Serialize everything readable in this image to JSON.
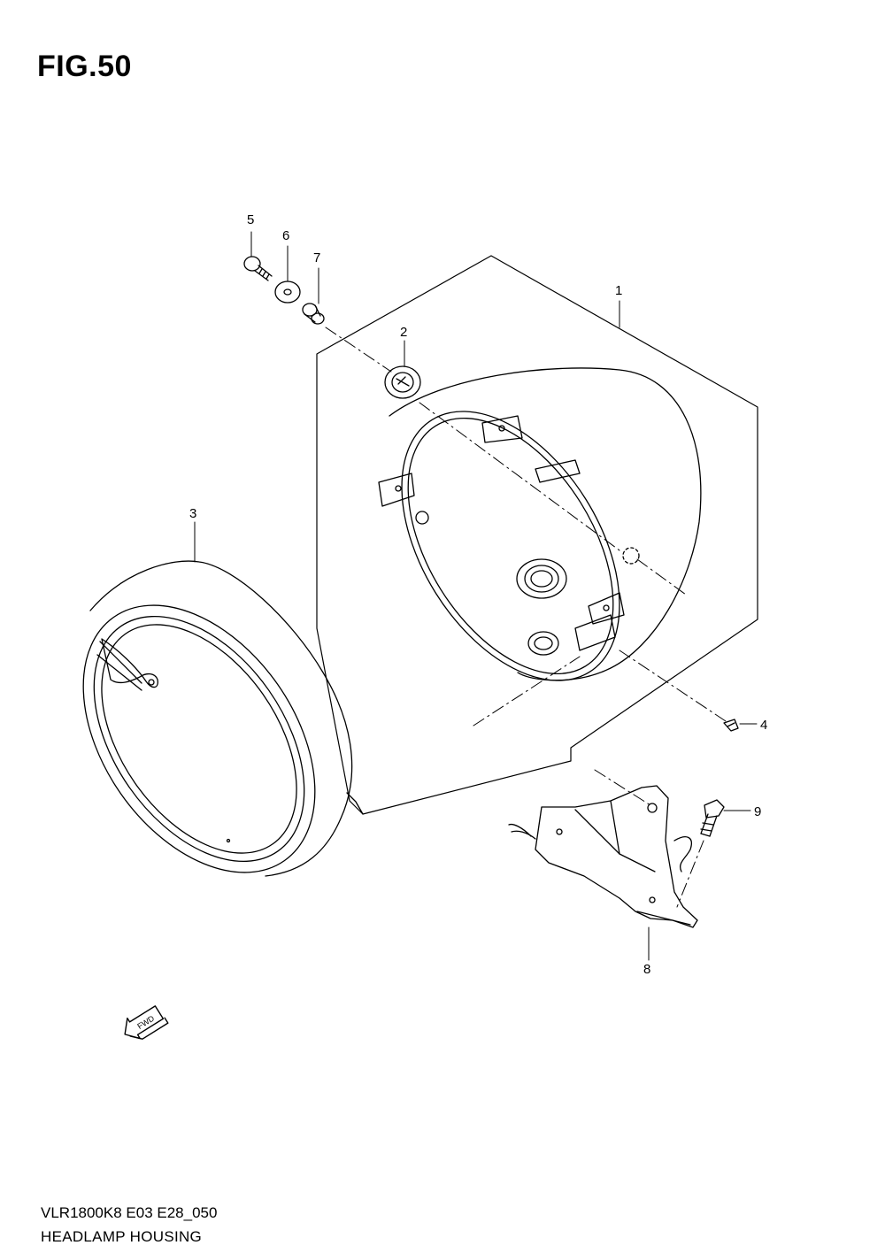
{
  "figure": {
    "title": "FIG.50",
    "model_code": "VLR1800K8 E03 E28_050",
    "name": "HEADLAMP HOUSING"
  },
  "callouts": {
    "c1": "1",
    "c2": "2",
    "c3": "3",
    "c4": "4",
    "c5": "5",
    "c6": "6",
    "c7": "7",
    "c8": "8",
    "c9": "9"
  },
  "fwd_arrow": {
    "label": "FWD"
  },
  "colors": {
    "line": "#000000",
    "background": "#ffffff"
  }
}
